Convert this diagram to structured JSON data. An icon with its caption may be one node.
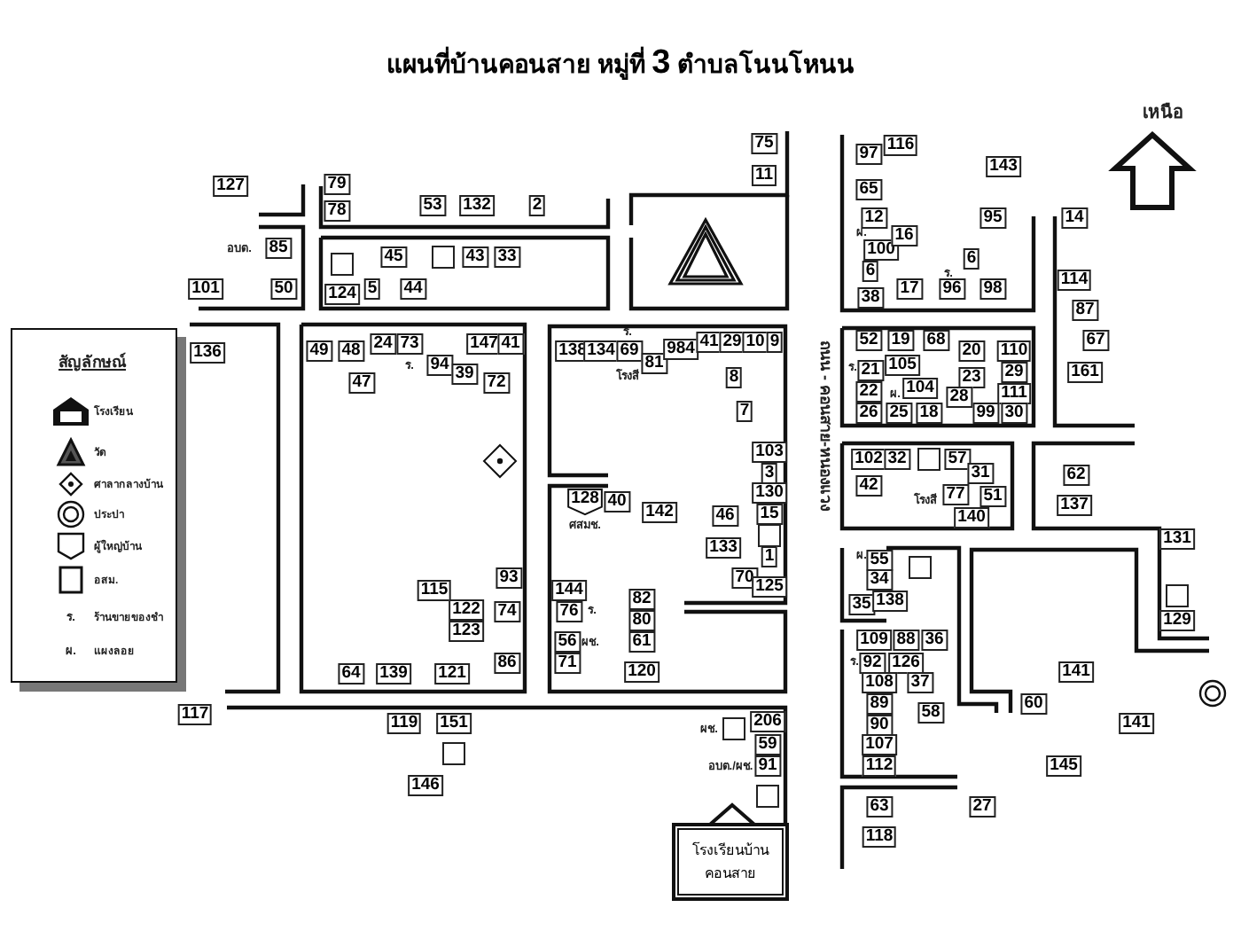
{
  "diagram": {
    "title": "แผนที่บ้านคอนสาย หมู่ที่ **3** ตำบลโนนโหนน",
    "nodes": [
      {
        "text": [
          "75"
        ]
      },
      {
        "text": [
          "97"
        ]
      },
      {
        "text": [
          "116"
        ]
      },
      {
        "text": [
          "143"
        ]
      },
      {
        "text": [
          "11"
        ]
      },
      {
        "text": [
          "127"
        ]
      },
      {
        "text": [
          "79"
        ]
      },
      {
        "text": [
          "65"
        ]
      },
      {
        "text": [
          "78"
        ]
      },
      {
        "text": [
          "53"
        ]
      },
      {
        "text": [
          "132"
        ]
      },
      {
        "text": [
          "2"
        ]
      },
      {
        "text": [
          "12"
        ]
      },
      {
        "text": [
          "95"
        ]
      },
      {
        "text": [
          "14"
        ]
      },
      {
        "text": [
          "85"
        ]
      },
      {
        "text": [],
        "shape": "box"
      },
      {
        "text": [
          "45"
        ]
      },
      {
        "text": [],
        "shape": "box"
      },
      {
        "text": [
          "43"
        ]
      },
      {
        "text": [
          "33"
        ]
      },
      {
        "text": [
          "100"
        ]
      },
      {
        "text": [
          "16"
        ]
      },
      {
        "text": [
          "6"
        ]
      },
      {
        "text": [
          "6"
        ]
      },
      {
        "text": [
          "101"
        ]
      },
      {
        "text": [
          "50"
        ]
      },
      {
        "text": [
          "124"
        ]
      },
      {
        "text": [
          "5"
        ]
      },
      {
        "text": [
          "44"
        ]
      },
      {
        "text": [
          "38"
        ]
      },
      {
        "text": [
          "17"
        ]
      },
      {
        "text": [
          "96"
        ]
      },
      {
        "text": [
          "98"
        ]
      },
      {
        "text": [
          "114"
        ]
      },
      {
        "text": [
          "87"
        ]
      },
      {
        "text": [
          "52"
        ]
      },
      {
        "text": [
          "19"
        ]
      },
      {
        "text": [
          "68"
        ]
      },
      {
        "text": [
          "20"
        ]
      },
      {
        "text": [
          "110"
        ]
      },
      {
        "text": [
          "67"
        ]
      },
      {
        "text": [
          "136"
        ]
      },
      {
        "text": [
          "49"
        ]
      },
      {
        "text": [
          "48"
        ]
      },
      {
        "text": [
          "24"
        ]
      },
      {
        "text": [
          "73"
        ]
      },
      {
        "text": [
          "147"
        ]
      },
      {
        "text": [
          "41"
        ]
      },
      {
        "text": [
          "138"
        ]
      },
      {
        "text": [
          "134"
        ]
      },
      {
        "text": [
          "69"
        ]
      },
      {
        "text": [
          "81"
        ]
      },
      {
        "text": [
          "984"
        ]
      },
      {
        "text": [
          "41"
        ]
      },
      {
        "text": [
          "29"
        ]
      },
      {
        "text": [
          "10"
        ]
      },
      {
        "text": [
          "9"
        ]
      },
      {
        "text": [
          "94"
        ]
      },
      {
        "text": [
          "39"
        ]
      },
      {
        "text": [
          "21"
        ]
      },
      {
        "text": [
          "105"
        ]
      },
      {
        "text": [
          "29"
        ]
      },
      {
        "text": [
          "161"
        ]
      },
      {
        "text": [
          "47"
        ]
      },
      {
        "text": [
          "72"
        ]
      },
      {
        "text": [
          "8"
        ]
      },
      {
        "text": [
          "104"
        ]
      },
      {
        "text": [
          "23"
        ]
      },
      {
        "text": [
          "22"
        ]
      },
      {
        "text": [
          "28"
        ]
      },
      {
        "text": [
          "111"
        ]
      },
      {
        "text": [
          "7"
        ]
      },
      {
        "text": [
          "26"
        ]
      },
      {
        "text": [
          "25"
        ]
      },
      {
        "text": [
          "18"
        ]
      },
      {
        "text": [
          "99"
        ]
      },
      {
        "text": [
          "30"
        ]
      },
      {
        "text": [
          "103"
        ]
      },
      {
        "text": [
          "102"
        ]
      },
      {
        "text": [
          "32"
        ]
      },
      {
        "text": [],
        "shape": "box"
      },
      {
        "text": [
          "57"
        ]
      },
      {
        "text": [
          "3"
        ]
      },
      {
        "text": [
          "31"
        ]
      },
      {
        "text": [
          "62"
        ]
      },
      {
        "text": [
          "42"
        ]
      },
      {
        "text": [
          "77"
        ]
      },
      {
        "text": [
          "130"
        ]
      },
      {
        "text": [
          "51"
        ]
      },
      {
        "text": [
          "128"
        ]
      },
      {
        "text": [
          "40"
        ]
      },
      {
        "text": [
          "142"
        ]
      },
      {
        "text": [
          "46"
        ]
      },
      {
        "text": [
          "15"
        ]
      },
      {
        "text": [
          "137"
        ]
      },
      {
        "text": [
          "140"
        ]
      },
      {
        "text": [],
        "shape": "box"
      },
      {
        "text": [
          "131"
        ]
      },
      {
        "text": [
          "133"
        ]
      },
      {
        "text": [
          "1"
        ]
      },
      {
        "text": [
          "55"
        ]
      },
      {
        "text": [],
        "shape": "box"
      },
      {
        "text": [
          "93"
        ]
      },
      {
        "text": [
          "70"
        ]
      },
      {
        "text": [
          "34"
        ]
      },
      {
        "text": [
          "125"
        ]
      },
      {
        "text": [
          "115"
        ]
      },
      {
        "text": [
          "144"
        ]
      },
      {
        "text": [
          "82"
        ]
      },
      {
        "text": [
          "35"
        ]
      },
      {
        "text": [
          "138"
        ]
      },
      {
        "text": [],
        "shape": "box"
      },
      {
        "text": [
          "122"
        ]
      },
      {
        "text": [
          "74"
        ]
      },
      {
        "text": [
          "76"
        ]
      },
      {
        "text": [
          "80"
        ]
      },
      {
        "text": [
          "129"
        ]
      },
      {
        "text": [
          "123"
        ]
      },
      {
        "text": [
          "56"
        ]
      },
      {
        "text": [
          "61"
        ]
      },
      {
        "text": [
          "109"
        ]
      },
      {
        "text": [
          "88"
        ]
      },
      {
        "text": [
          "36"
        ]
      },
      {
        "text": [
          "86"
        ]
      },
      {
        "text": [
          "71"
        ]
      },
      {
        "text": [
          "92"
        ]
      },
      {
        "text": [
          "126"
        ]
      },
      {
        "text": [
          "64"
        ]
      },
      {
        "text": [
          "139"
        ]
      },
      {
        "text": [
          "121"
        ]
      },
      {
        "text": [
          "120"
        ]
      },
      {
        "text": [
          "141"
        ]
      },
      {
        "text": [
          "108"
        ]
      },
      {
        "text": [
          "37"
        ]
      },
      {
        "text": [
          "89"
        ]
      },
      {
        "text": [
          "60"
        ]
      },
      {
        "text": [
          "58"
        ]
      },
      {
        "text": [
          "117"
        ]
      },
      {
        "text": [
          "119"
        ]
      },
      {
        "text": [
          "151"
        ]
      },
      {
        "text": [],
        "shape": "box"
      },
      {
        "text": [
          "206"
        ]
      },
      {
        "text": [
          "141"
        ]
      },
      {
        "text": [
          "90"
        ]
      },
      {
        "text": [
          "59"
        ]
      },
      {
        "text": [
          "107"
        ]
      },
      {
        "text": [],
        "shape": "box"
      },
      {
        "text": [
          "91"
        ]
      },
      {
        "text": [
          "112"
        ]
      },
      {
        "text": [
          "145"
        ]
      },
      {
        "text": [
          "146"
        ]
      },
      {
        "text": [],
        "shape": "box"
      },
      {
        "text": [
          "63"
        ]
      },
      {
        "text": [
          "27"
        ]
      },
      {
        "text": [
          "118"
        ]
      },
      {
        "text": [
          "โรงเรียนบ้านคอนสาย"
        ]
      }
    ],
    "labels": [
      "เหนือ",
      "อบต.",
      "ผ.",
      "ร.",
      "ร.",
      "ร.",
      "โรงสี",
      "สัญลักษณ์",
      "ร.",
      "ผ.",
      "ถนน - คอนสาย-หนองแวง",
      "โรงสี",
      "ศสมช.",
      "ผ.",
      "ร.",
      "ผช.",
      "ร.",
      "ผช.",
      "อบต./ผช.",
      "ร.",
      "ผ."
    ],
    "legend": [
      {
        "text": "โรงเรียน"
      },
      {
        "text": "วัด"
      },
      {
        "text": "ศาลากลางบ้าน"
      },
      {
        "text": "ประปา"
      },
      {
        "text": "ผู้ใหญ่บ้าน"
      },
      {
        "text": "อสม."
      },
      {
        "text": "ร้านขายของชำ"
      },
      {
        "text": "แผงลอย"
      }
    ]
  }
}
